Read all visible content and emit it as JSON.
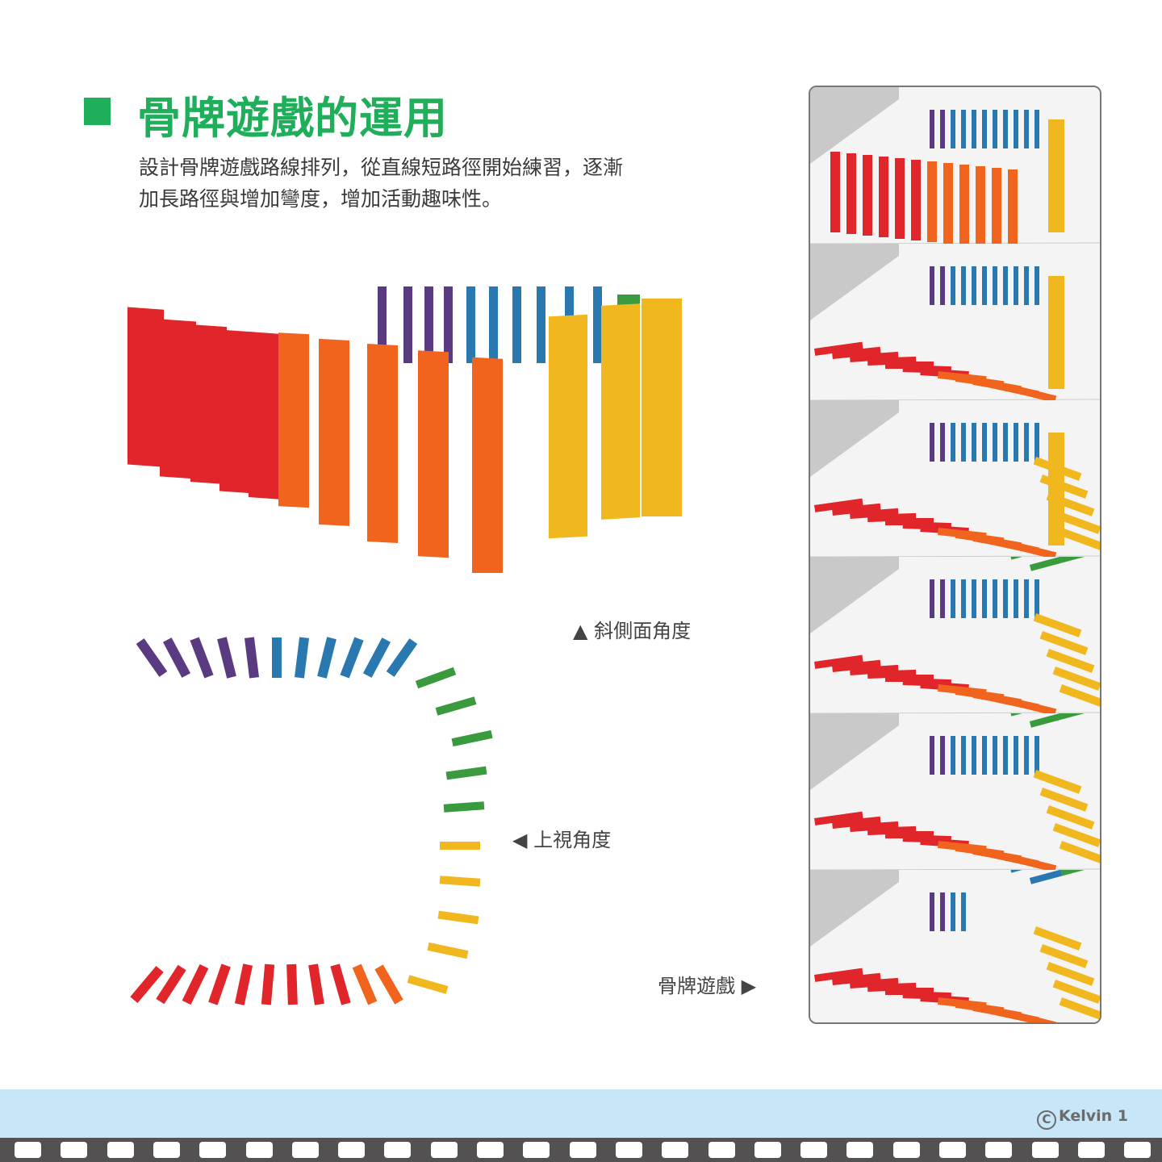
{
  "header": {
    "title": "骨牌遊戲的運用",
    "description_line1": "設計骨牌遊戲路線排列，從直線短路徑開始練習，逐漸",
    "description_line2": "加長路徑與增加彎度，增加活動趣味性。"
  },
  "captions": {
    "oblique": "▲ 斜側面角度",
    "top": "◀ 上視角度",
    "game": "骨牌遊戲 ▶"
  },
  "footer": {
    "copyright_symbol": "C",
    "copyright_text": "Kelvin 1"
  },
  "colors": {
    "accent": "#1fae5a",
    "red": "#e0262a",
    "orange": "#f0641e",
    "yellow": "#f0b81e",
    "green": "#3a9a3e",
    "blue": "#2a78b0",
    "purple": "#5a3a80",
    "footer": "#c7e6f7",
    "film": "#545152"
  }
}
